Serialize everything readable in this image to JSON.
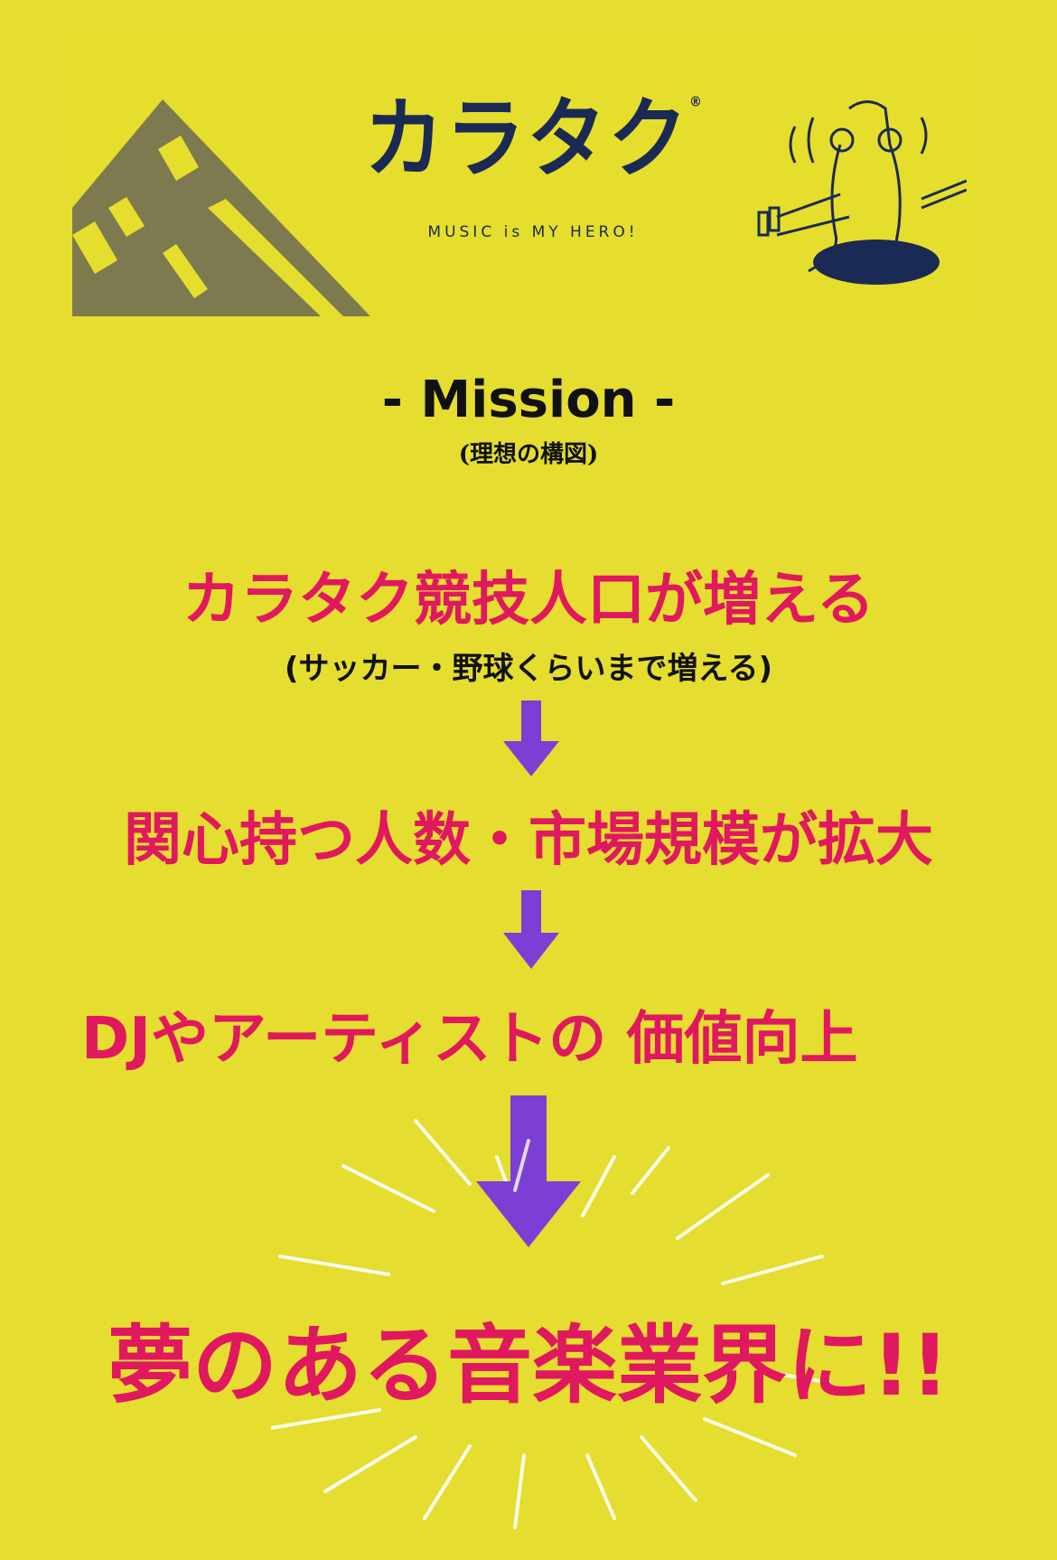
{
  "header": {
    "brand_name": "カラタク",
    "registered_mark": "®",
    "tagline": "MUSIC is MY HERO!"
  },
  "mission": {
    "title": "- Mission -",
    "subtitle": "(理想の構図)"
  },
  "flow": {
    "step1": "カラタク競技人口が増える",
    "step1_note": "(サッカー・野球くらいまで増える)",
    "step2": "関心持つ人数・市場規模が拡大",
    "step3": "DJやアーティストの 価値向上",
    "final": "夢のある音楽業界に!!"
  },
  "colors": {
    "background": "#e5dd2f",
    "accent_pink": "#e0185f",
    "arrow_purple": "#7b3fd6",
    "navy": "#1b2a55",
    "olive": "#7d7a50"
  }
}
